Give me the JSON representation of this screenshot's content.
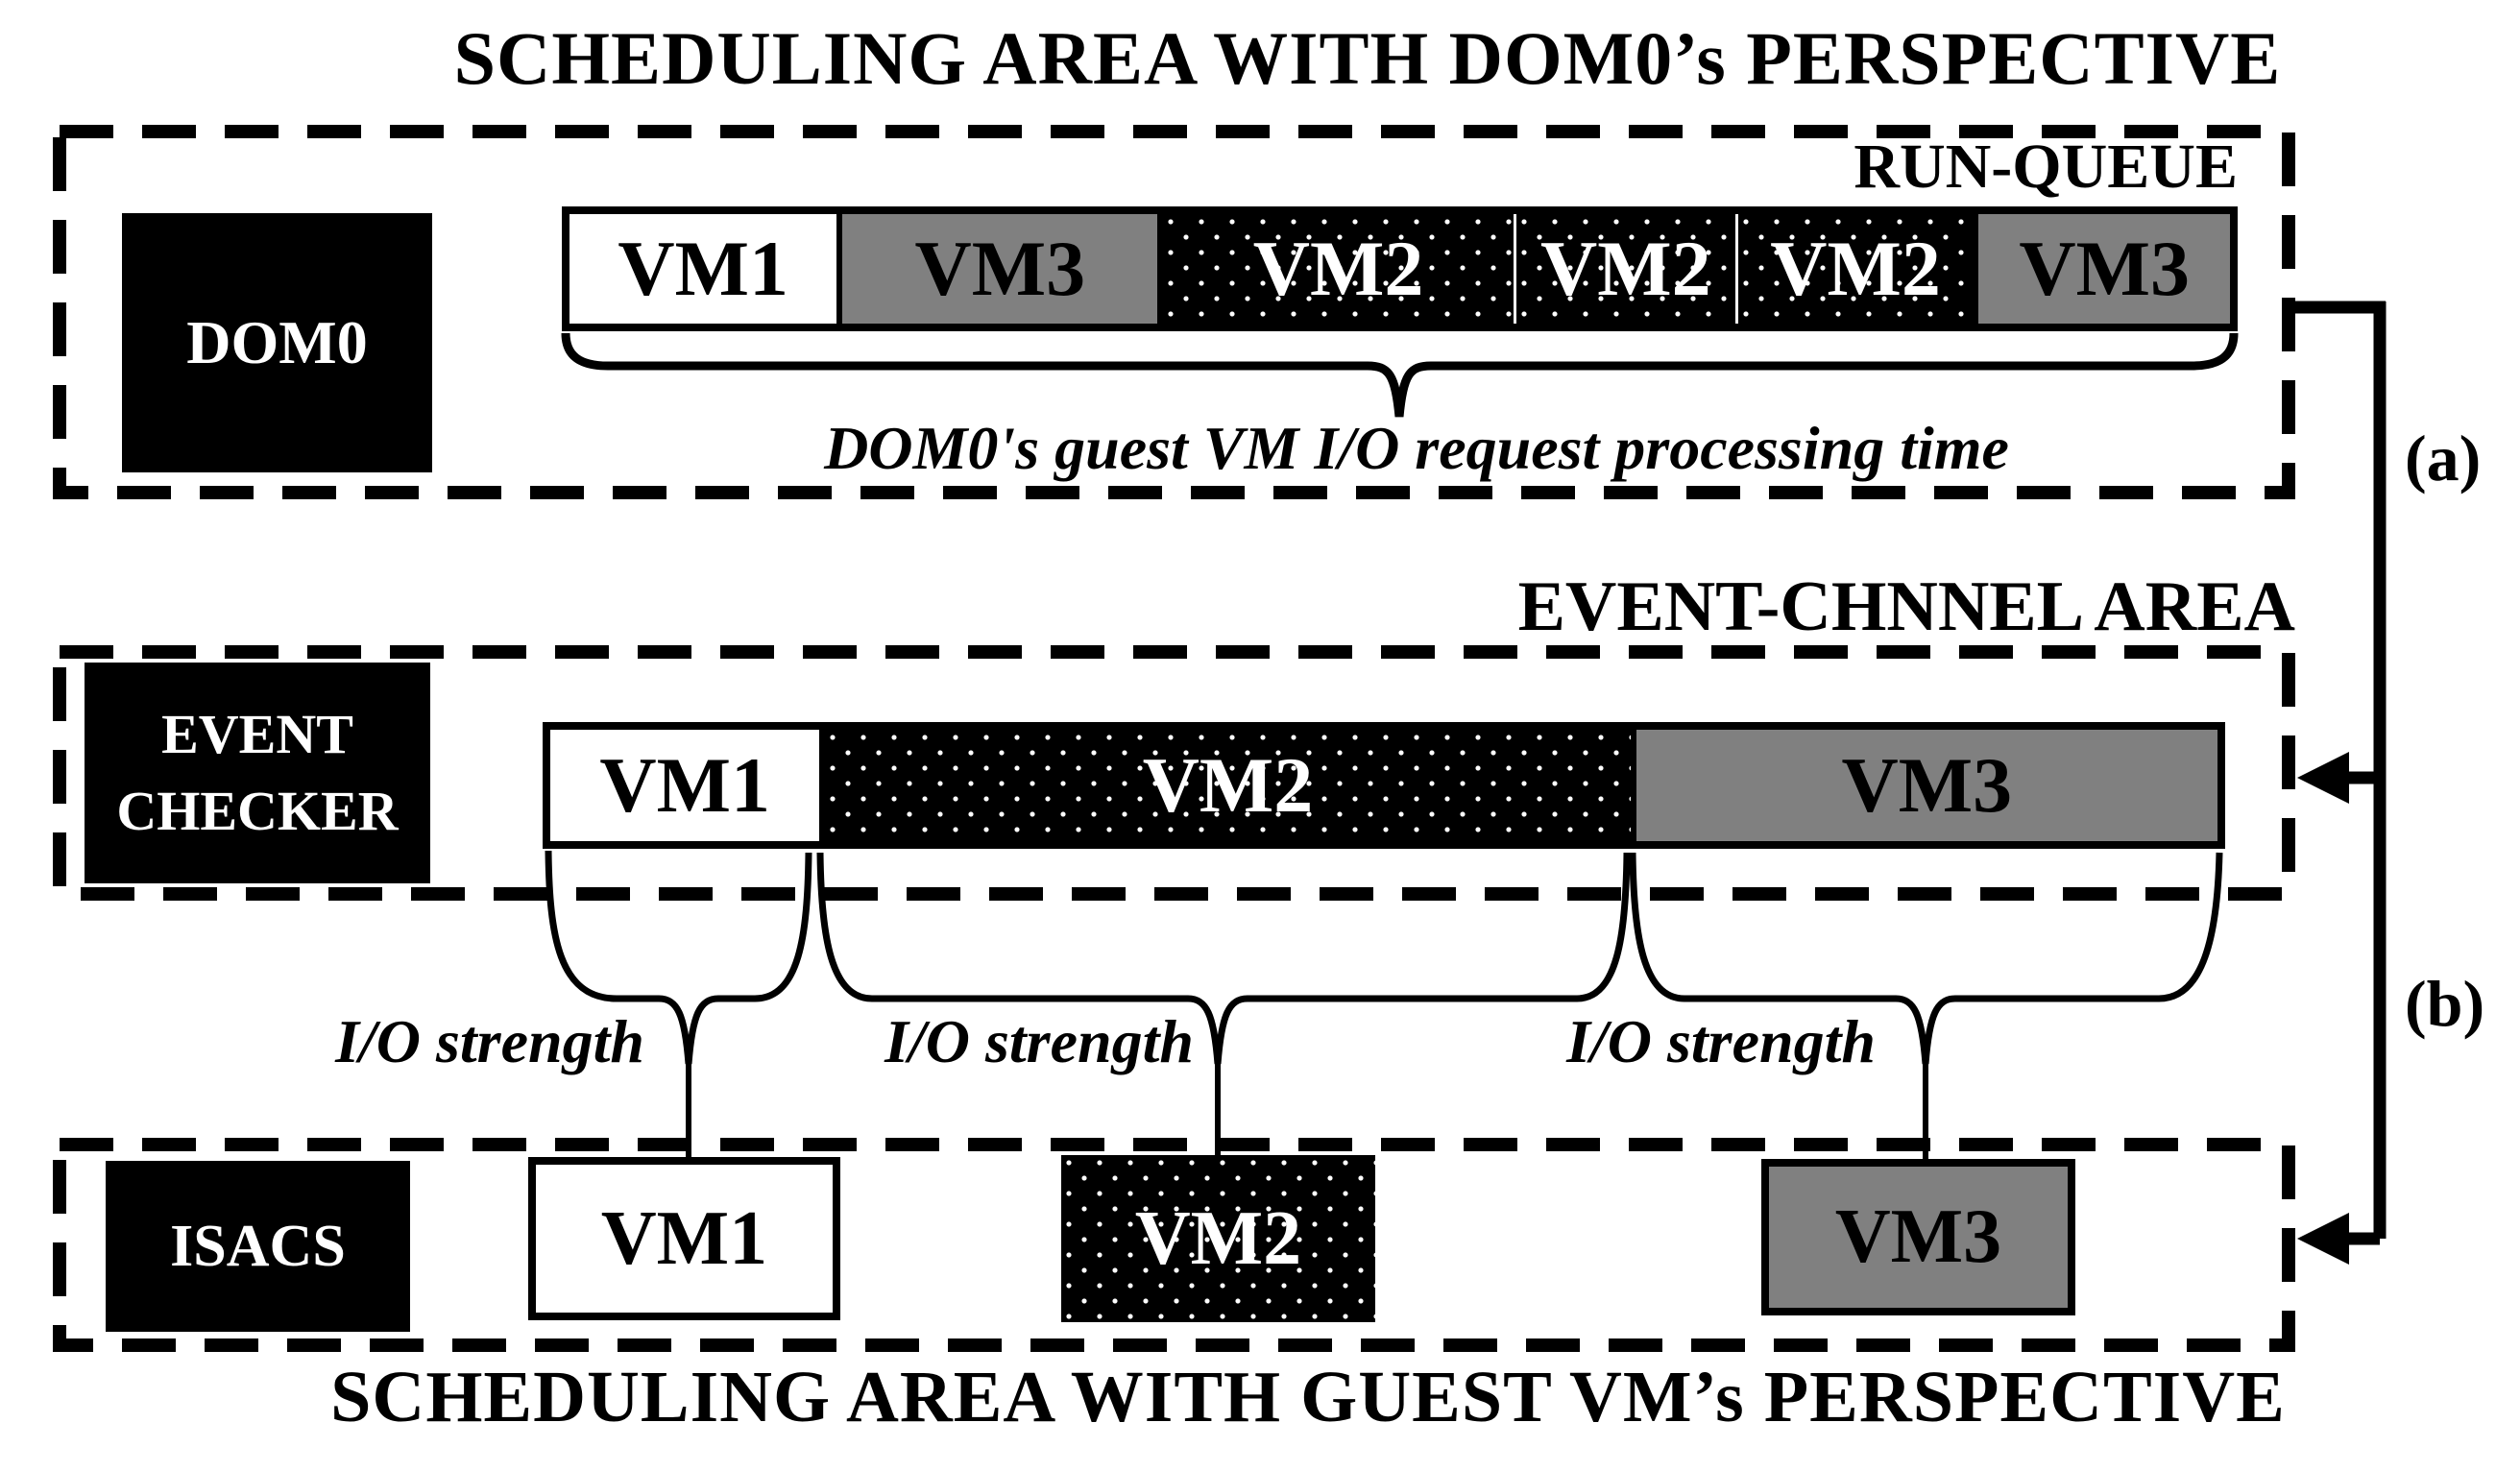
{
  "diagram": {
    "top": {
      "title": "SCHEDULING AREA WITH DOM0’s PERSPECTIVE",
      "run_queue_label": "RUN-QUEUE",
      "domain_box": "DOM0",
      "queue_segments": [
        {
          "label": "VM1",
          "fill": "white"
        },
        {
          "label": "VM3",
          "fill": "gray"
        },
        {
          "label": "VM2",
          "fill": "dotted"
        },
        {
          "label": "VM2",
          "fill": "dotted"
        },
        {
          "label": "VM2",
          "fill": "dotted"
        },
        {
          "label": "VM3",
          "fill": "gray"
        }
      ],
      "caption": "DOM0's guest VM I/O request processing time"
    },
    "middle": {
      "title": "EVENT-CHNNEL AREA",
      "checker_box": [
        "EVENT",
        "CHECKER"
      ],
      "segments": [
        {
          "label": "VM1",
          "fill": "white"
        },
        {
          "label": "VM2",
          "fill": "dotted"
        },
        {
          "label": "VM3",
          "fill": "gray"
        }
      ],
      "io_labels": [
        "I/O strength",
        "I/O strength",
        "I/O strength"
      ]
    },
    "bottom": {
      "title": "SCHEDULING AREA WITH GUEST VM’s PERSPECTIVE",
      "scheduler_box": "ISACS",
      "vm_boxes": [
        {
          "label": "VM1",
          "fill": "white"
        },
        {
          "label": "VM2",
          "fill": "dotted"
        },
        {
          "label": "VM3",
          "fill": "gray"
        }
      ]
    },
    "side_labels": {
      "a": "(a)",
      "b": "(b)"
    },
    "colors": {
      "gray": "#808080",
      "black": "#000000",
      "white": "#ffffff"
    }
  }
}
